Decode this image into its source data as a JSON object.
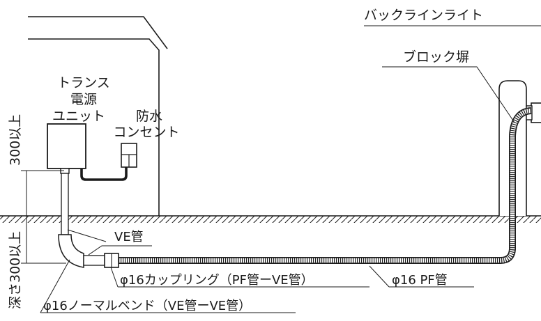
{
  "labels": {
    "backlight": "バックラインライト",
    "block_wall": "ブロック塀",
    "transformer": [
      "トランス",
      "電源",
      "ユニット"
    ],
    "waterproof_outlet": [
      "防水",
      "コンセント"
    ],
    "height_dim": "300以上",
    "depth_dim": "深さ300以上",
    "ve_pipe": "VE管",
    "coupling": "φ16カップリング（PF管ーVE管）",
    "pf_pipe": "φ16 PF管",
    "normal_bend": "φ16ノーマルベンド（VE管ーVE管）"
  }
}
